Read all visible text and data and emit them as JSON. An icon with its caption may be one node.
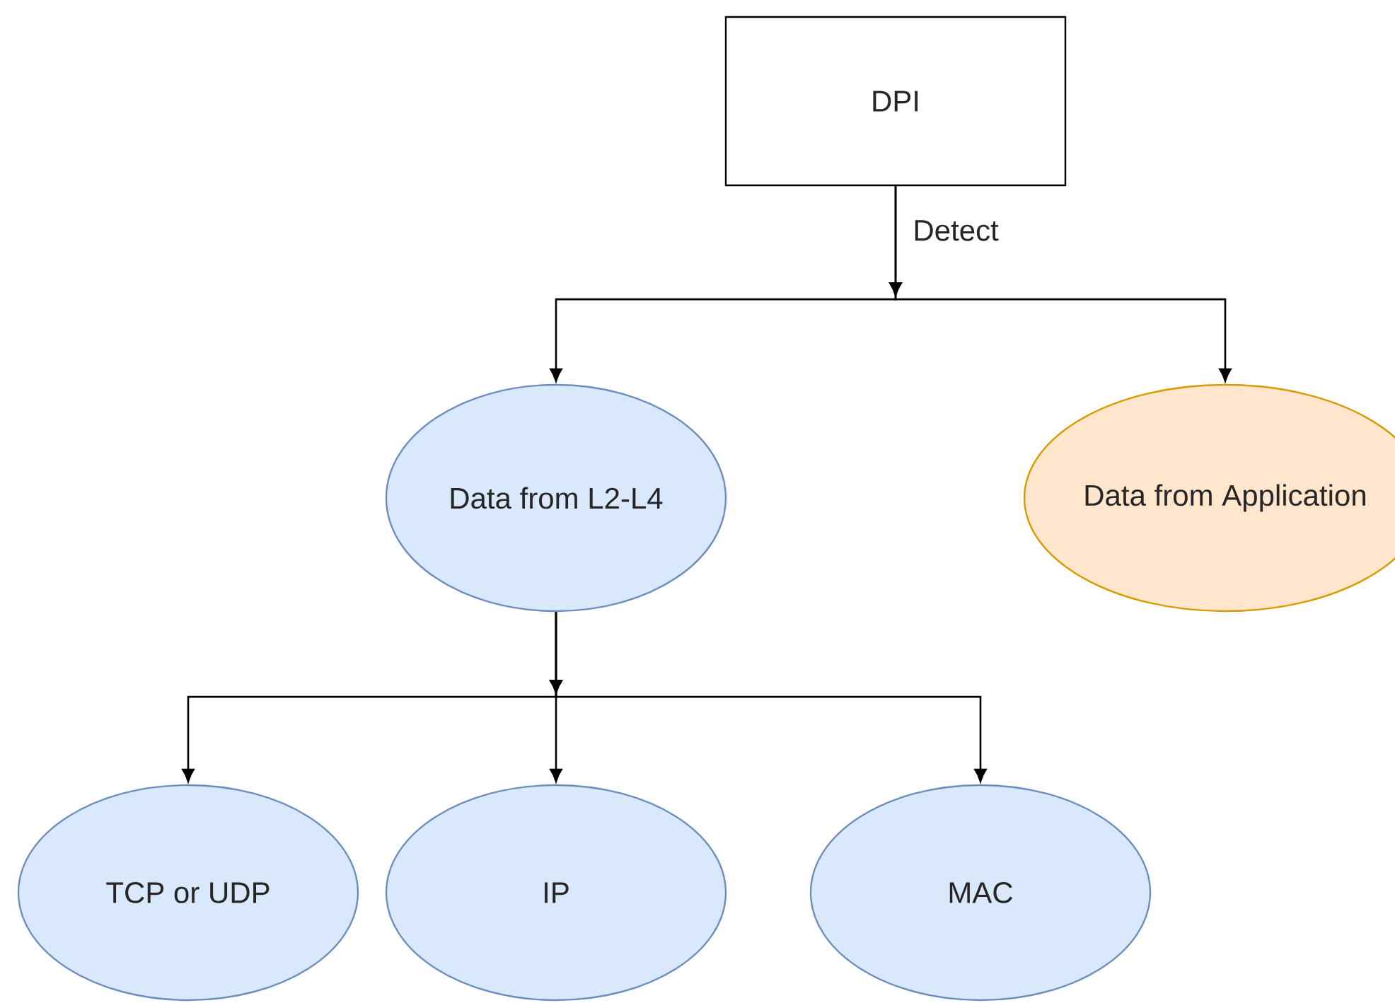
{
  "diagram": {
    "nodes": [
      {
        "text": [
          "DPI"
        ]
      },
      {
        "text": [
          "Data from L2-L4"
        ]
      },
      {
        "text": [
          "Data from Application"
        ]
      },
      {
        "text": [
          "TCP or UDP"
        ]
      },
      {
        "text": [
          "IP"
        ]
      },
      {
        "text": [
          "MAC"
        ]
      }
    ],
    "edges": [
      {
        "from": 0,
        "to": 1,
        "arrow": "to",
        "label": "Detect"
      },
      {
        "from": 0,
        "to": 2,
        "arrow": "to"
      },
      {
        "from": 1,
        "to": 3,
        "arrow": "to"
      },
      {
        "from": 1,
        "to": 4,
        "arrow": "to"
      },
      {
        "from": 1,
        "to": 5,
        "arrow": "to"
      }
    ]
  }
}
